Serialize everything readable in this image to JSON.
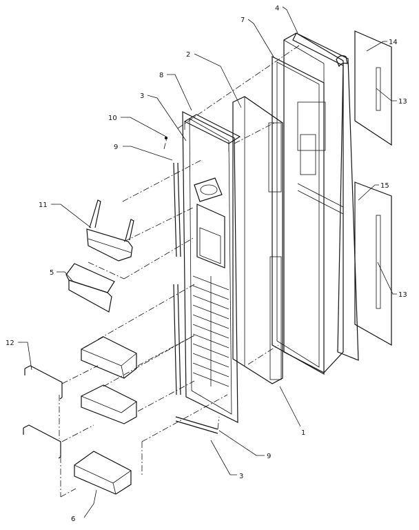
{
  "callouts": [
    {
      "id": "1",
      "label": "1"
    },
    {
      "id": "2",
      "label": "2"
    },
    {
      "id": "3a",
      "label": "3"
    },
    {
      "id": "3b",
      "label": "3"
    },
    {
      "id": "4",
      "label": "4"
    },
    {
      "id": "5",
      "label": "5"
    },
    {
      "id": "6",
      "label": "6"
    },
    {
      "id": "7",
      "label": "7"
    },
    {
      "id": "8",
      "label": "8"
    },
    {
      "id": "9a",
      "label": "9"
    },
    {
      "id": "9b",
      "label": "9"
    },
    {
      "id": "10",
      "label": "10"
    },
    {
      "id": "11",
      "label": "11"
    },
    {
      "id": "12",
      "label": "12"
    },
    {
      "id": "13a",
      "label": "13"
    },
    {
      "id": "13b",
      "label": "13"
    },
    {
      "id": "14",
      "label": "14"
    },
    {
      "id": "15",
      "label": "15"
    }
  ]
}
